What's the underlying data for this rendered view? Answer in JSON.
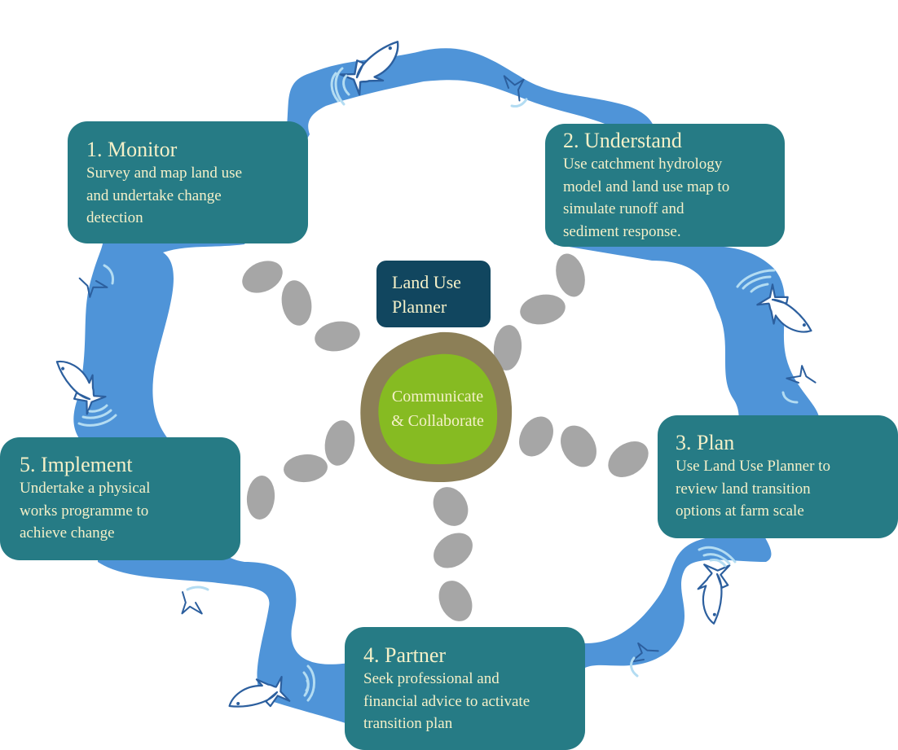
{
  "diagram": {
    "type": "cycle",
    "center": {
      "label_line1": "Communicate",
      "label_line2": "& Collaborate"
    },
    "tool": {
      "label_line1": "Land Use",
      "label_line2": "Planner"
    },
    "steps": [
      {
        "title": "1. Monitor",
        "lines": [
          "Survey and map land use",
          "and undertake change",
          "detection"
        ]
      },
      {
        "title": "2. Understand",
        "lines": [
          "Use catchment hydrology",
          "model and land use map to",
          "simulate runoff and",
          "sediment response."
        ]
      },
      {
        "title": "3. Plan",
        "lines": [
          "Use Land Use Planner to",
          "review land transition",
          "options at farm scale"
        ]
      },
      {
        "title": "4. Partner",
        "lines": [
          "Seek professional and",
          "financial advice to activate",
          "transition plan"
        ]
      },
      {
        "title": "5. Implement",
        "lines": [
          "Undertake a physical",
          "works programme to",
          "achieve change"
        ]
      }
    ],
    "decorations": {
      "river": "river-ring",
      "fish_icon": "leaping-fish-icon",
      "tail_icon": "fish-tail-icon",
      "stepping_stones_per_path": 3
    },
    "colors": {
      "step_box": "#267b85",
      "tool_box": "#11465f",
      "text": "#f4f0c8",
      "river": "#4f94d8",
      "fish_outline": "#2c5f9e",
      "ripple": "#b3dcf2",
      "stone": "#a6a6a6",
      "center_outer": "#8c7f57",
      "center_inner": "#86bb22"
    }
  }
}
